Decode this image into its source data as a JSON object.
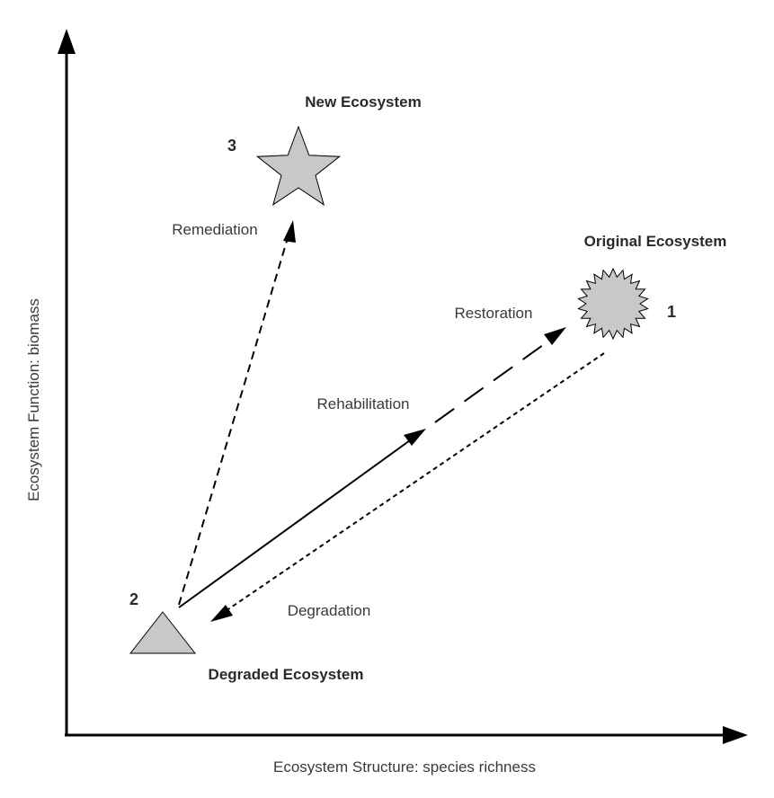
{
  "axes": {
    "x_label": "Ecosystem Structure: species richness",
    "y_label": "Ecosystem Function: biomass"
  },
  "nodes": {
    "original": {
      "name": "Original Ecosystem",
      "number": "1",
      "shape": "sunburst"
    },
    "degraded": {
      "name": "Degraded Ecosystem",
      "number": "2",
      "shape": "triangle"
    },
    "new": {
      "name": "New Ecosystem",
      "number": "3",
      "shape": "star"
    }
  },
  "paths": {
    "remediation": "Remediation",
    "restoration": "Restoration",
    "rehabilitation": "Rehabilitation",
    "degradation": "Degradation"
  },
  "colors": {
    "shape_fill": "#c8c8c8",
    "stroke": "#000000"
  }
}
